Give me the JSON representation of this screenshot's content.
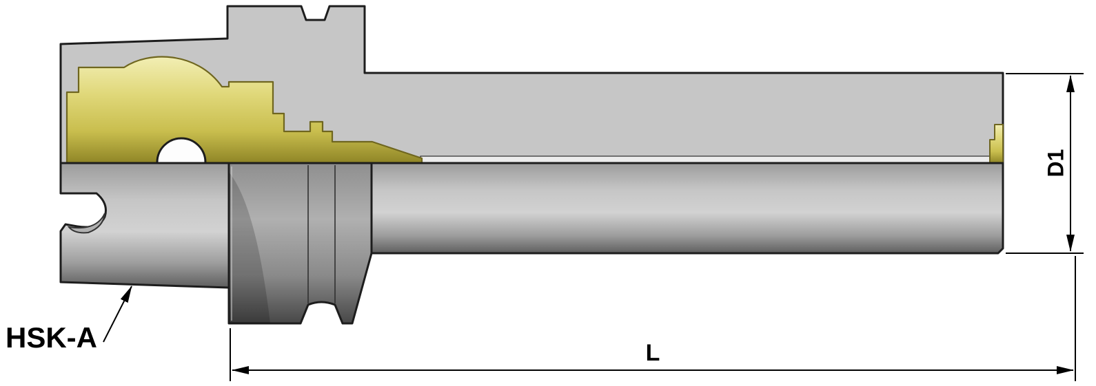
{
  "labels": {
    "shank_type": "HSK-A",
    "diameter_dim": "D1",
    "length_dim": "L"
  },
  "colors": {
    "background": "#ffffff",
    "outline": "#1d1d1d",
    "section_fill": "#c6c6c6",
    "hatch_line": "#6b6b6b",
    "bore_fill": "#ececec",
    "component_yellow": "#ddd56a",
    "component_yellow_edge": "#6f661f",
    "body_gray": "#a8a8a8",
    "body_gray_dark": "#5e5e5e",
    "hole_white": "#fdfdfd",
    "dimension_black": "#000000"
  }
}
